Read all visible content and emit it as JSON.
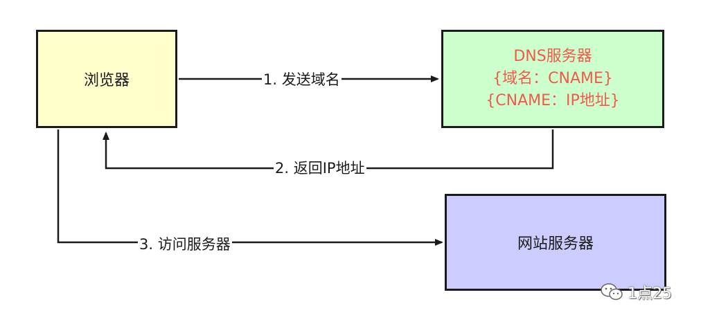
{
  "nodes": {
    "browser": {
      "label": "浏览器"
    },
    "dns_server": {
      "lines": [
        "DNS服务器",
        "{域名：CNAME}",
        "{CNAME：IP地址}"
      ]
    },
    "web_server": {
      "label": "网站服务器"
    }
  },
  "edges": [
    {
      "label": "1. 发送域名"
    },
    {
      "label": "2. 返回IP地址"
    },
    {
      "label": "3. 访问服务器"
    }
  ],
  "watermark": {
    "icon": "wechat-icon",
    "text": "1点25"
  },
  "colors": {
    "browser_fill": "#ffffcc",
    "dns_fill": "#ccffcc",
    "dns_text": "#f2594e",
    "web_fill": "#ccccff",
    "stroke": "#1a1a1a"
  }
}
